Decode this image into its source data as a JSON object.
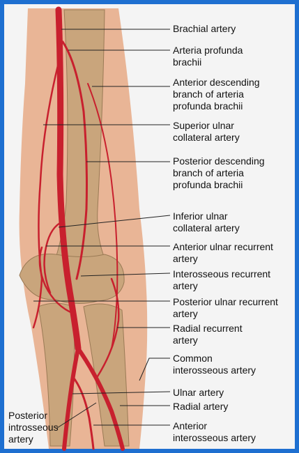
{
  "colors": {
    "frame": "#1e6fd0",
    "artery": "#c8202e",
    "skin": "#e9b596",
    "bone": "#c9a57c",
    "leader": "#222222"
  },
  "labels": {
    "brachial": "Brachial artery",
    "profunda": "Arteria profunda\nbrachii",
    "ant_desc": "Anterior descending\nbranch of arteria\nprofunda brachii",
    "sup_ulnar": "Superior ulnar\ncollateral artery",
    "post_desc": "Posterior descending\nbranch of arteria\nprofunda brachii",
    "inf_ulnar": "Inferior ulnar\ncollateral artery",
    "ant_ulnar_rec": "Anterior ulnar recurrent\nartery",
    "interosseous_rec": "Interosseous recurrent\nartery",
    "post_ulnar_rec": "Posterior ulnar recurrent\nartery",
    "radial_rec": "Radial recurrent\nartery",
    "common_interosseous": "Common\ninterosseous artery",
    "ulnar": "Ulnar artery",
    "radial": "Radial artery",
    "ant_interosseous": "Anterior\ninterosseous artery",
    "post_interosseous": "Posterior\nintrosseous\nartery"
  }
}
